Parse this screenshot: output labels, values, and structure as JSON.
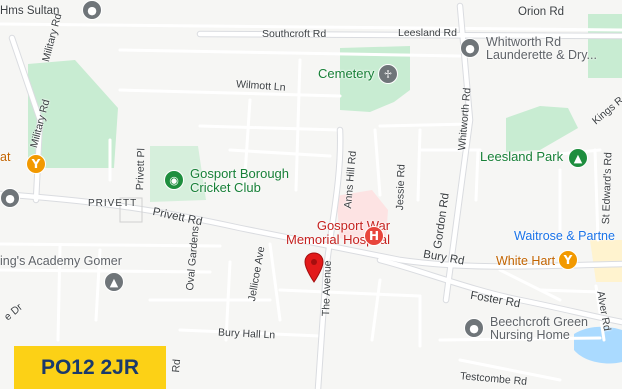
{
  "postcode_badge": {
    "text": "PO12 2JR"
  },
  "streets": {
    "hms_sultan": "Hms Sultan",
    "orion_rd": "Orion Rd",
    "southcroft_rd": "Southcroft Rd",
    "leesland_rd": "Leesland Rd",
    "military_rd_1": "Military Rd",
    "military_rd_2": "Military Rd",
    "wilmott_ln": "Wilmott Ln",
    "kings_rd": "Kings R",
    "whitworth_rd_street": "Whitworth Rd",
    "privett_pl": "Privett Pl",
    "privett_1": "PRIVETT",
    "privett_rd": "Privett Rd",
    "anns_hill_rd": "Anns Hill Rd",
    "jessie_rd": "Jessie Rd",
    "gordon_rd": "Gordon Rd",
    "st_edwards_rd": "St Edward's Rd",
    "oval_gardens": "Oval Gardens",
    "jellicoe_ave": "Jellicoe Ave",
    "the_avenue": "The Avenue",
    "bury_rd": "Bury Rd",
    "foster_rd": "Foster Rd",
    "alver_rd": "Alver Rd",
    "bury_hall_ln": "Bury Hall Ln",
    "testcombe_rd": "Testcombe Rd",
    "dr_fragment": "e Dr",
    "rd_fragment": "Rd"
  },
  "places": {
    "whitworth_launderette": {
      "line1": "Whitworth Rd",
      "line2": "Launderette & Dry..."
    },
    "cemetery": "Cemetery",
    "leesland_park": "Leesland Park",
    "cricket_club": {
      "line1": "Gosport Borough",
      "line2": "Cricket Club"
    },
    "hospital": {
      "line1": "Gosport War",
      "line2": "Memorial Hospital"
    },
    "waitrose": "Waitrose & Partne",
    "white_hart": "White Hart",
    "kings_academy": "ing's Academy Gomer",
    "beechcroft": {
      "line1": "Beechcroft Green",
      "line2": "Nursing Home"
    },
    "eat_fragment": "at"
  },
  "icons": {
    "marker": "location-pin-icon",
    "cemetery": "cemetery-icon",
    "hospital": "hospital-icon",
    "restaurant": "restaurant-icon",
    "school": "school-icon",
    "place": "place-icon",
    "park": "park-icon"
  },
  "colors": {
    "badge_bg": "#fcd116",
    "badge_text": "#1a3a6b",
    "park": "#c8ecd2",
    "hospital_area": "#fde3e3",
    "marker": "#e21a1a",
    "water": "#aadaff"
  }
}
